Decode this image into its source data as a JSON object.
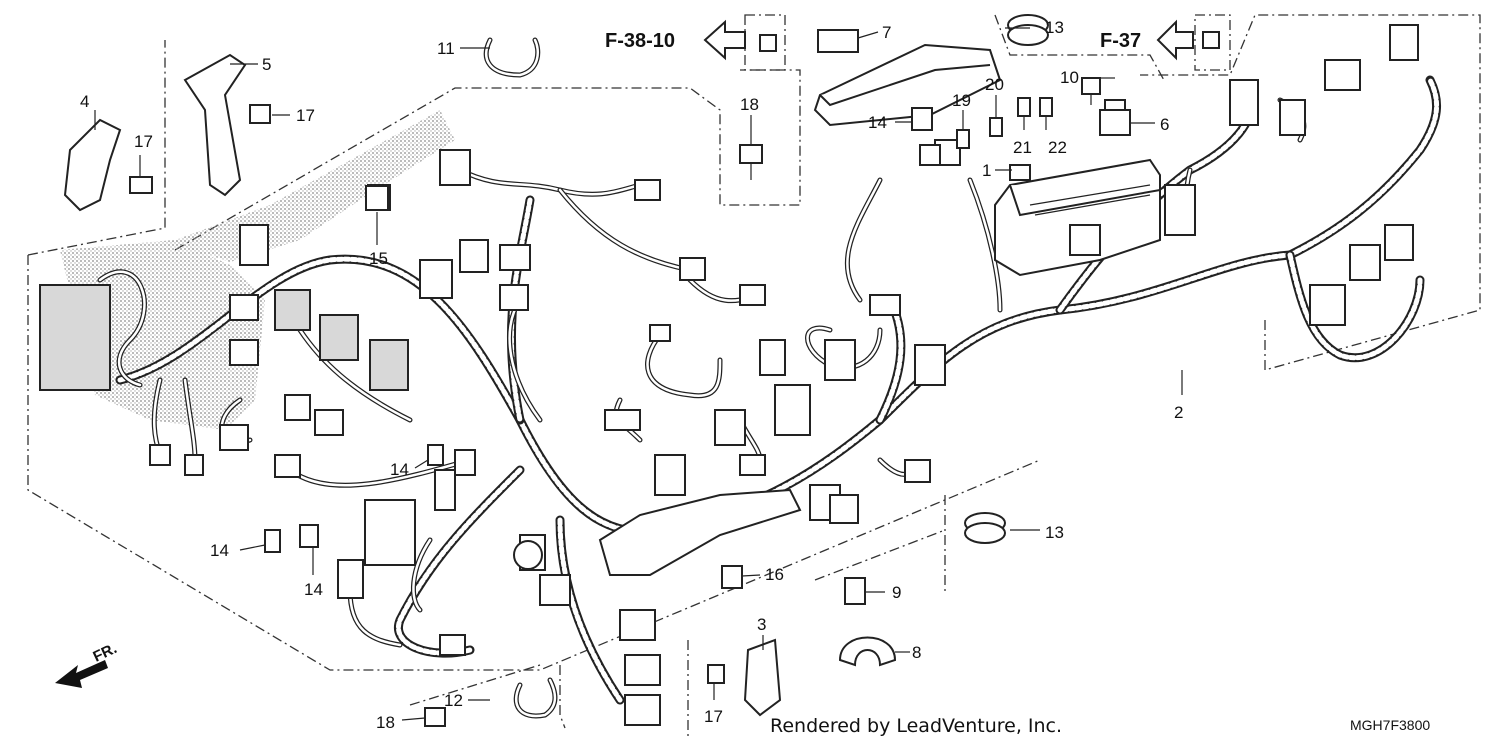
{
  "callouts": {
    "c1": "1",
    "c2": "2",
    "c3": "3",
    "c4": "4",
    "c5": "5",
    "c6": "6",
    "c7": "7",
    "c8": "8",
    "c9": "9",
    "c10": "10",
    "c11": "11",
    "c12": "12",
    "c13a": "13",
    "c13b": "13",
    "c14a": "14",
    "c14b": "14",
    "c14c": "14",
    "c14d": "14",
    "c15": "15",
    "c16": "16",
    "c17a": "17",
    "c17b": "17",
    "c17c": "17",
    "c18a": "18",
    "c18b": "18",
    "c19": "19",
    "c20": "20",
    "c21": "21",
    "c22": "22"
  },
  "references": {
    "left": "F-38-10",
    "right": "F-37"
  },
  "front_label": "FR.",
  "credit": "Rendered by LeadVenture, Inc.",
  "diagram_code": "MGH7F3800",
  "colors": {
    "ink": "#222222",
    "background": "#ffffff",
    "shading": "#8a8a8a"
  }
}
